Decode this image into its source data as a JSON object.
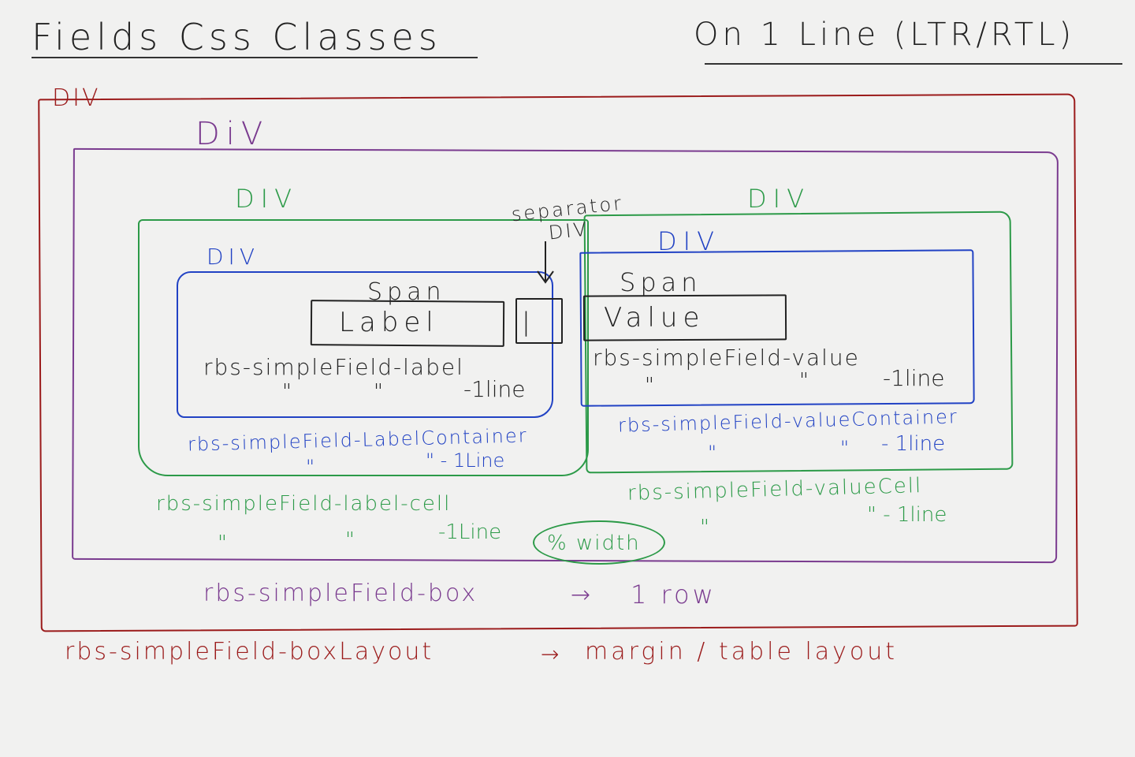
{
  "title_left": "Fields Css Classes",
  "title_right": "On 1 Line (LTR/RTL)",
  "labels": {
    "div_outer": "DIV",
    "div_box": "DiV",
    "div_label_cell": "DIV",
    "div_value_cell": "DIV",
    "div_label_container": "DIV",
    "div_value_container": "DIV",
    "separator_div": "separator\nDIV",
    "span_label_heading": "Span",
    "span_value_heading": "Span",
    "label_text": "Label",
    "value_text": "Value",
    "separator_mark": "|",
    "label_class": "rbs-simpleField-label",
    "label_class_line2_a": "\"",
    "label_class_line2_b": "\"",
    "label_class_line2_c": "-1line",
    "value_class": "rbs-simpleField-value",
    "value_class_line2_a": "\"",
    "value_class_line2_b": "\"",
    "value_class_line2_c": "-1line",
    "label_container_class": "rbs-simpleField-LabelContainer",
    "label_container_line2_a": "\"",
    "label_container_line2_b": "\" - 1Line",
    "value_container_class": "rbs-simpleField-valueContainer",
    "value_container_line2_a": "\"",
    "value_container_line2_b": "\"",
    "value_container_line2_c": "- 1line",
    "label_cell_class": "rbs-simpleField-label-cell",
    "label_cell_line2_a": "\"",
    "label_cell_line2_b": "\"",
    "label_cell_line2_c": "-1Line",
    "value_cell_class": "rbs-simpleField-valueCell",
    "value_cell_line2_a": "\"",
    "value_cell_line2_b": "\" - 1line",
    "percent_width": "% width",
    "box_class": "rbs-simpleField-box",
    "box_arrow": "→",
    "box_note": "1 row",
    "box_layout_class": "rbs-simpleField-boxLayout",
    "box_layout_arrow": "→",
    "box_layout_note": "margin / table layout"
  },
  "colors": {
    "outer": "#9b1b1b",
    "box": "#7a3b8f",
    "cell": "#2c9a48",
    "container": "#2142c4",
    "span": "#222222"
  }
}
